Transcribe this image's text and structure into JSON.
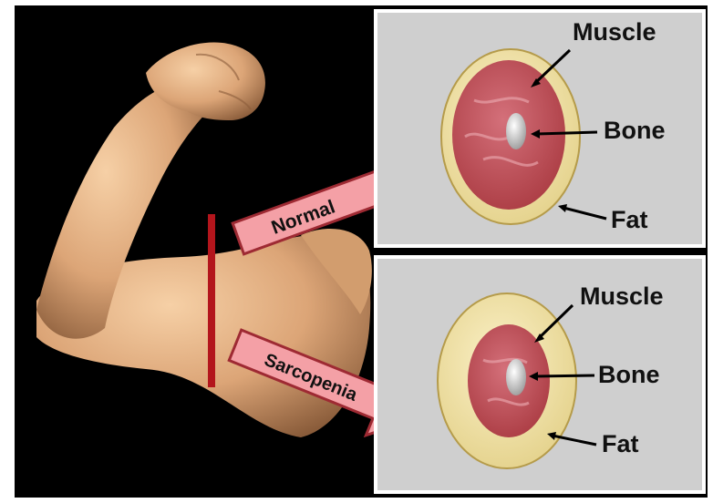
{
  "colors": {
    "background": "#000000",
    "panel": "#cfcfcf",
    "skin": "#e8b98c",
    "muscle": "#c2545e",
    "fat": "#f3e3a8",
    "bone": "#e6e6e6",
    "arrow_fill": "#f4a0a6",
    "cut_line": "#b3151c"
  },
  "arrow_normal": {
    "label": "Normal"
  },
  "arrow_sarcopenia": {
    "label": "Sarcopenia"
  },
  "panel_normal": {
    "muscle_label": "Muscle",
    "bone_label": "Bone",
    "fat_label": "Fat"
  },
  "panel_sarcopenia": {
    "muscle_label": "Muscle",
    "bone_label": "Bone",
    "fat_label": "Fat"
  }
}
